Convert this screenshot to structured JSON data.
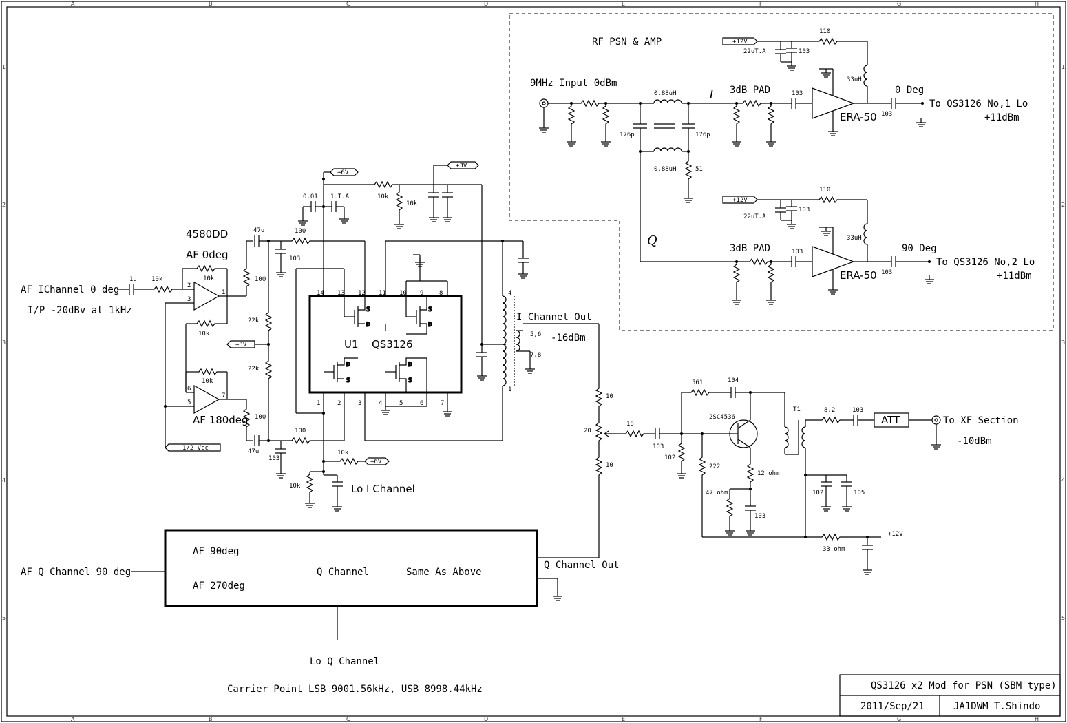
{
  "grid": {
    "columns": [
      "A",
      "B",
      "C",
      "D",
      "E",
      "F",
      "G",
      "H"
    ],
    "rows": [
      "1",
      "2",
      "3",
      "4",
      "5"
    ]
  },
  "rf_section": {
    "title": "RF PSN & AMP",
    "input_label": "9MHz Input 0dBm",
    "inductor_top": "0.88uH",
    "inductor_bottom": "0.88uH",
    "cap_left": "176p",
    "cap_right": "176p",
    "term_res": "51",
    "i_symbol": "I",
    "q_symbol": "Q",
    "pad_i": "3dB PAD",
    "pad_q": "3dB PAD",
    "amp_i": {
      "label": "ERA-50",
      "supply": "+12V",
      "bypass": "22uT.A",
      "cap": "103",
      "res": "110",
      "choke": "33uH",
      "coupling_in": "103",
      "coupling_out": "103",
      "phase": "0 Deg",
      "dest": "To QS3126 No,1 Lo",
      "level": "+11dBm"
    },
    "amp_q": {
      "label": "ERA-50",
      "supply": "+12V",
      "bypass": "22uT.A",
      "cap": "103",
      "res": "110",
      "choke": "33uH",
      "coupling_in": "103",
      "coupling_out": "103",
      "phase": "90 Deg",
      "dest": "To QS3126 No,2 Lo",
      "level": "+11dBm"
    }
  },
  "af_section": {
    "opamp": "4580DD",
    "input_label": "AF IChannel 0 deg",
    "input_level": "I/P -20dBv at 1kHz",
    "af0_label": "AF 0deg",
    "af180_label": "AF 180deg",
    "cap_in": "1u",
    "r_in": "10k",
    "r_fb1": "10k",
    "r_fb2": "10k",
    "r_fb3": "10k",
    "pin2": "2",
    "pin3": "3",
    "pin1": "1",
    "pin6": "6",
    "pin5": "5",
    "pin7": "7",
    "half_vcc": "1/2 Vcc",
    "cap_47u_top": "47u",
    "cap_47u_bot": "47u",
    "r100_a": "100",
    "r100_b": "100",
    "r100_c": "100",
    "r100_d": "100",
    "c103_a": "103",
    "c103_b": "103",
    "r22k_top": "22k",
    "r22k_bot": "22k",
    "plus3v": "+3V"
  },
  "mixer": {
    "chip_ref": "U1",
    "chip_name": "QS3126",
    "pins": [
      "14",
      "13",
      "12",
      "11",
      "10",
      "9",
      "8",
      "1",
      "2",
      "3",
      "4",
      "5",
      "6",
      "7"
    ],
    "plus6v": "+6V",
    "plus3v": "+3V",
    "c001": "0.01",
    "c1u": "1uT.A",
    "r10k_a": "10k",
    "r10k_b": "10k",
    "r10k_lo": "10k",
    "r10k_lo2": "10k",
    "lo_supply": "+6V",
    "lo_label": "Lo I Channel",
    "xfmr_pin4": "4",
    "xfmr_pin56": "5,6",
    "xfmr_pin78": "7,8",
    "xfmr_pin1": "1",
    "out_label": "I Channel Out",
    "out_level": "-16dBm"
  },
  "combiner": {
    "r10_top": "10",
    "r10_bot": "10",
    "pot": "20",
    "r18": "18",
    "c103": "103",
    "r102": "102",
    "r222": "222",
    "r561": "561",
    "c104": "104",
    "transistor": "2SC4536",
    "r12": "12 ohm",
    "r47": "47 ohm",
    "c103_e": "103",
    "t1": "T1",
    "r82": "8.2",
    "c103_out": "103",
    "att": "ATT",
    "dest": "To XF Section",
    "dest_level": "-10dBm",
    "c102": "102",
    "c105": "105",
    "r33": "33 ohm",
    "supply": "+12V"
  },
  "q_block": {
    "input_label": "AF Q Channel 90 deg",
    "af90": "AF 90deg",
    "af270": "AF 270deg",
    "q_channel": "Q Channel",
    "same": "Same As Above",
    "out_label": "Q Channel Out",
    "lo_label": "Lo Q Channel"
  },
  "carrier_note": "Carrier Point LSB 9001.56kHz, USB 8998.44kHz",
  "title_block": {
    "title": "QS3126 x2 Mod for PSN (SBM type)",
    "date": "2011/Sep/21",
    "author": "JA1DWM T.Shindo"
  }
}
